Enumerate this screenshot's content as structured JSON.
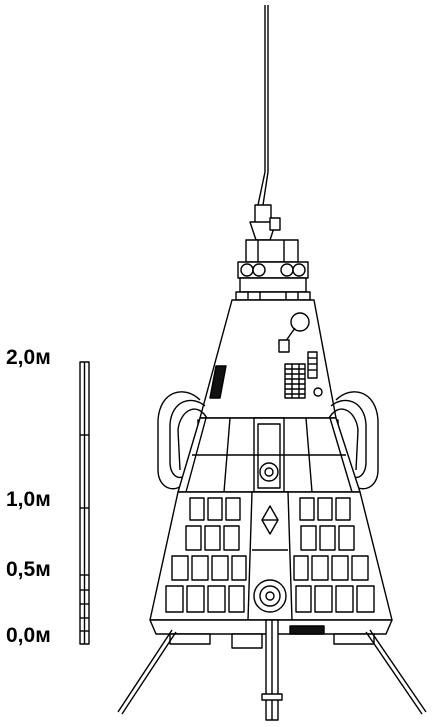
{
  "scale": {
    "labels": [
      "2,0м",
      "1,0м",
      "0,5м",
      "0,0м"
    ]
  },
  "colors": {
    "line": "#000000",
    "fill": "#ffffff",
    "panel": "#111111"
  }
}
